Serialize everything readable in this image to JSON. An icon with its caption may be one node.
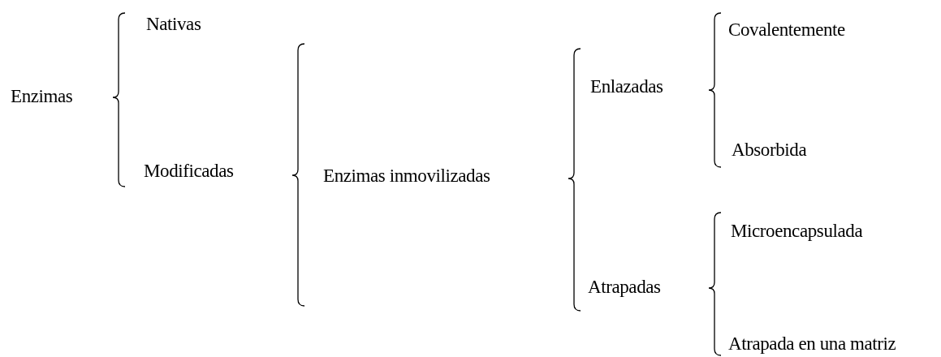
{
  "diagram": {
    "labels": [
      "Nativas",
      "Enzimas",
      "Modificadas",
      "Enzimas inmovilizadas",
      "Covalentemente",
      "Enlazadas",
      "Absorbida",
      "Microencapsulada",
      "Atrapadas",
      "Atrapada en una matriz"
    ]
  }
}
